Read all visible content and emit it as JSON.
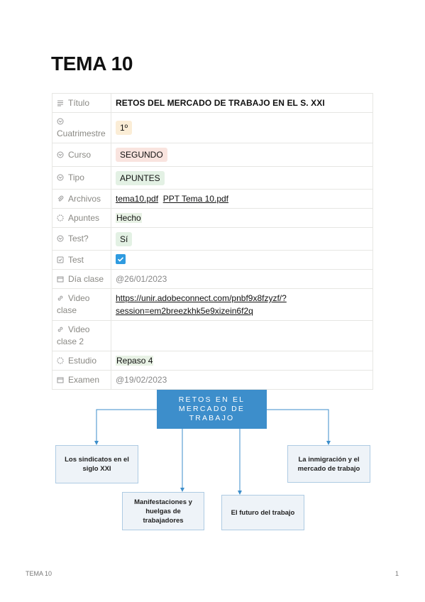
{
  "page": {
    "title": "TEMA 10"
  },
  "properties": [
    {
      "key": "Título",
      "icon": "text-lines-icon"
    },
    {
      "key": "Cuatrimestre",
      "icon": "select-icon"
    },
    {
      "key": "Curso",
      "icon": "select-icon"
    },
    {
      "key": "Tipo",
      "icon": "select-icon"
    },
    {
      "key": "Archivos",
      "icon": "paperclip-icon"
    },
    {
      "key": "Apuntes",
      "icon": "status-icon"
    },
    {
      "key": "Test?",
      "icon": "select-icon"
    },
    {
      "key": "Test",
      "icon": "checkbox-icon"
    },
    {
      "key": "Día clase",
      "icon": "calendar-icon"
    },
    {
      "key": "Video clase",
      "icon": "link-icon"
    },
    {
      "key": "Video clase 2",
      "icon": "link-icon"
    },
    {
      "key": "Estudio",
      "icon": "status-icon"
    },
    {
      "key": "Examen",
      "icon": "calendar-icon"
    }
  ],
  "values": {
    "titulo": "RETOS DEL MERCADO DE TRABAJO EN EL S. XXI",
    "cuatrimestre": "1º",
    "curso": "SEGUNDO",
    "tipo": "APUNTES",
    "archivos": [
      "tema10.pdf",
      "PPT Tema 10.pdf"
    ],
    "apuntes": "Hecho",
    "test_q": "Sí",
    "test_checked": true,
    "dia_clase": "@26/01/2023",
    "video_clase": "https://unir.adobeconnect.com/pnbf9x8fzyzf/?session=em2breezkhk5e9xizein6f2q",
    "video_clase_line1": "https://unir.adobeconnect.com/pnbf9x8fzyzf/?",
    "video_clase_line2": "session=em2breezkhk5e9xizein6f2q",
    "video_clase_2": "",
    "estudio": "Repaso 4",
    "examen": "@19/02/2023"
  },
  "tag_colors": {
    "yellow": "#fbedd6",
    "red": "#f9e4df",
    "green": "#e3f1e4",
    "checkbox": "#2f9be0",
    "diagram_root": "#3d8ecb"
  },
  "diagram": {
    "root": "RETOS EN EL MERCADO DE TRABAJO",
    "nodes": [
      "Los sindicatos en el siglo XXI",
      "Manifestaciones y huelgas de trabajadores",
      "El futuro del trabajo",
      "La inmigración y el mercado de trabajo"
    ]
  },
  "footer": {
    "left": "TEMA 10",
    "page_number": "1"
  }
}
